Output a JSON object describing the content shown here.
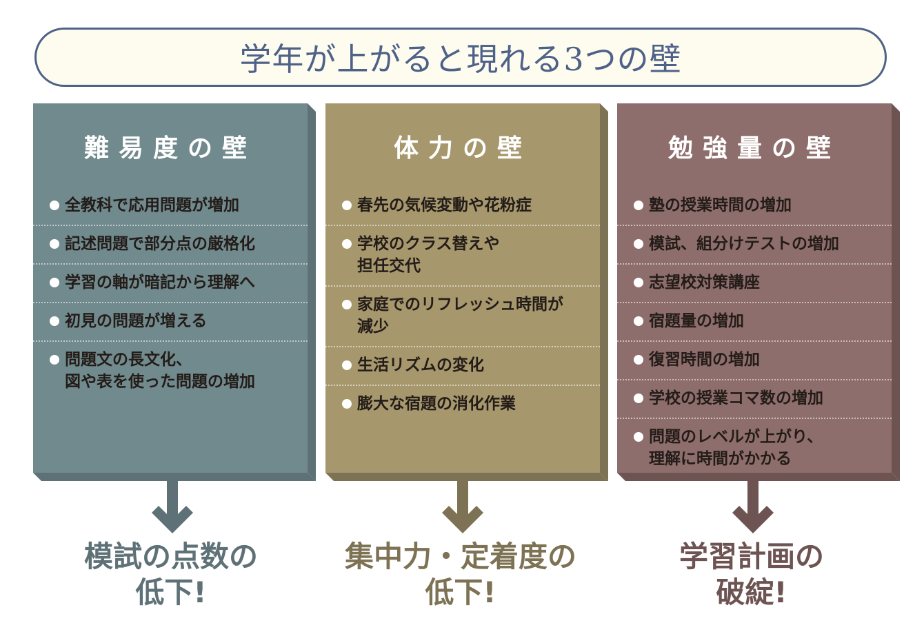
{
  "title": "学年が上がると現れる3つの壁",
  "colors": {
    "title_border": "#4e6188",
    "title_bg": "#fdfcee",
    "difficulty": "#718a8e",
    "difficulty_dark": "#5e7176",
    "stamina": "#a6976d",
    "stamina_dark": "#7d7253",
    "study": "#8e6e6c",
    "study_dark": "#6d5452"
  },
  "columns": [
    {
      "id": "difficulty",
      "heading": "難易度の壁",
      "items": [
        "全教科で応用問題が増加",
        "記述問題で部分点の厳格化",
        "学習の軸が暗記から理解へ",
        "初見の問題が増える",
        "問題文の長文化、\n図や表を使った問題の増加"
      ],
      "result": "模試の点数の\n低下!"
    },
    {
      "id": "stamina",
      "heading": "体力の壁",
      "items": [
        "春先の気候変動や花粉症",
        "学校のクラス替えや\n担任交代",
        "家庭でのリフレッシュ時間が\n減少",
        "生活リズムの変化",
        "膨大な宿題の消化作業"
      ],
      "result": "集中力・定着度の\n低下!"
    },
    {
      "id": "study",
      "heading": "勉強量の壁",
      "items": [
        "塾の授業時間の増加",
        "模試、組分けテストの増加",
        "志望校対策講座",
        "宿題量の増加",
        "復習時間の増加",
        "学校の授業コマ数の増加",
        "問題のレベルが上がり、\n理解に時間がかかる"
      ],
      "result": "学習計画の\n破綻!"
    }
  ]
}
